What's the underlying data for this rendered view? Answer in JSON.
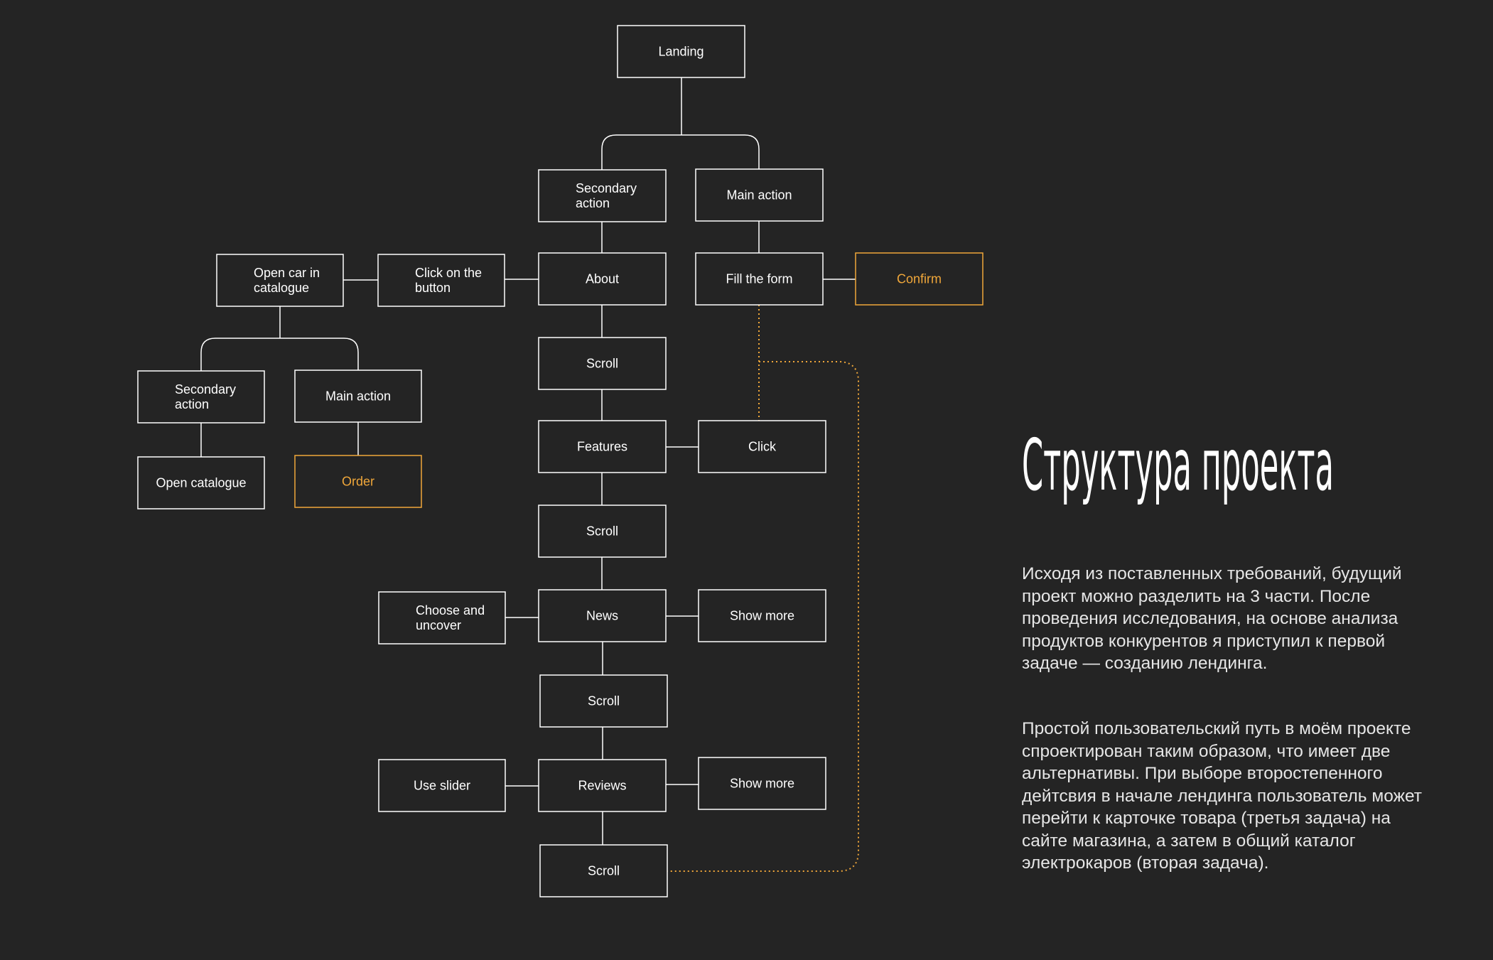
{
  "colors": {
    "background": "#242424",
    "line": "#ffffff",
    "accent": "#f0a73a",
    "text": "#ffffff"
  },
  "nodes": {
    "landing": {
      "lines": [
        "Landing"
      ]
    },
    "sec1": {
      "lines": [
        "Secondary",
        "action"
      ]
    },
    "main1": {
      "lines": [
        "Main action"
      ]
    },
    "about": {
      "lines": [
        "About"
      ]
    },
    "fill_form": {
      "lines": [
        "Fill the form"
      ]
    },
    "confirm": {
      "lines": [
        "Confirm"
      ],
      "accent": true
    },
    "click_btn": {
      "lines": [
        "Click on the",
        "button"
      ]
    },
    "open_car": {
      "lines": [
        "Open car in",
        "catalogue"
      ]
    },
    "sec2": {
      "lines": [
        "Secondary",
        "action"
      ]
    },
    "main2": {
      "lines": [
        "Main action"
      ]
    },
    "open_cat": {
      "lines": [
        "Open catalogue"
      ]
    },
    "order": {
      "lines": [
        "Order"
      ],
      "accent": true
    },
    "scroll1": {
      "lines": [
        "Scroll"
      ]
    },
    "features": {
      "lines": [
        "Features"
      ]
    },
    "click": {
      "lines": [
        "Click"
      ]
    },
    "scroll2": {
      "lines": [
        "Scroll"
      ]
    },
    "news": {
      "lines": [
        "News"
      ]
    },
    "choose": {
      "lines": [
        "Choose and",
        "uncover"
      ]
    },
    "show_more1": {
      "lines": [
        "Show more"
      ]
    },
    "scroll3": {
      "lines": [
        "Scroll"
      ]
    },
    "reviews": {
      "lines": [
        "Reviews"
      ]
    },
    "use_slider": {
      "lines": [
        "Use slider"
      ]
    },
    "show_more2": {
      "lines": [
        "Show more"
      ]
    },
    "scroll4": {
      "lines": [
        "Scroll"
      ]
    }
  },
  "text_panel": {
    "title": "Структура проекта",
    "paragraph1": "Исходя из поставленных требований, будущий проект можно разделить на 3 части. После проведения исследования, на основе анализа продуктов конкурентов я приступил к первой задаче — созданию лендинга.",
    "paragraph2": "Простой пользовательский путь в моём проекте спроектирован таким образом, что имеет две альтернативы. При выборе второстепенного дейтсвия в начале лендинга пользователь может перейти к карточке товара (третья задача) на сайте магазина, а затем в общий каталог электрокаров (вторая задача)."
  }
}
